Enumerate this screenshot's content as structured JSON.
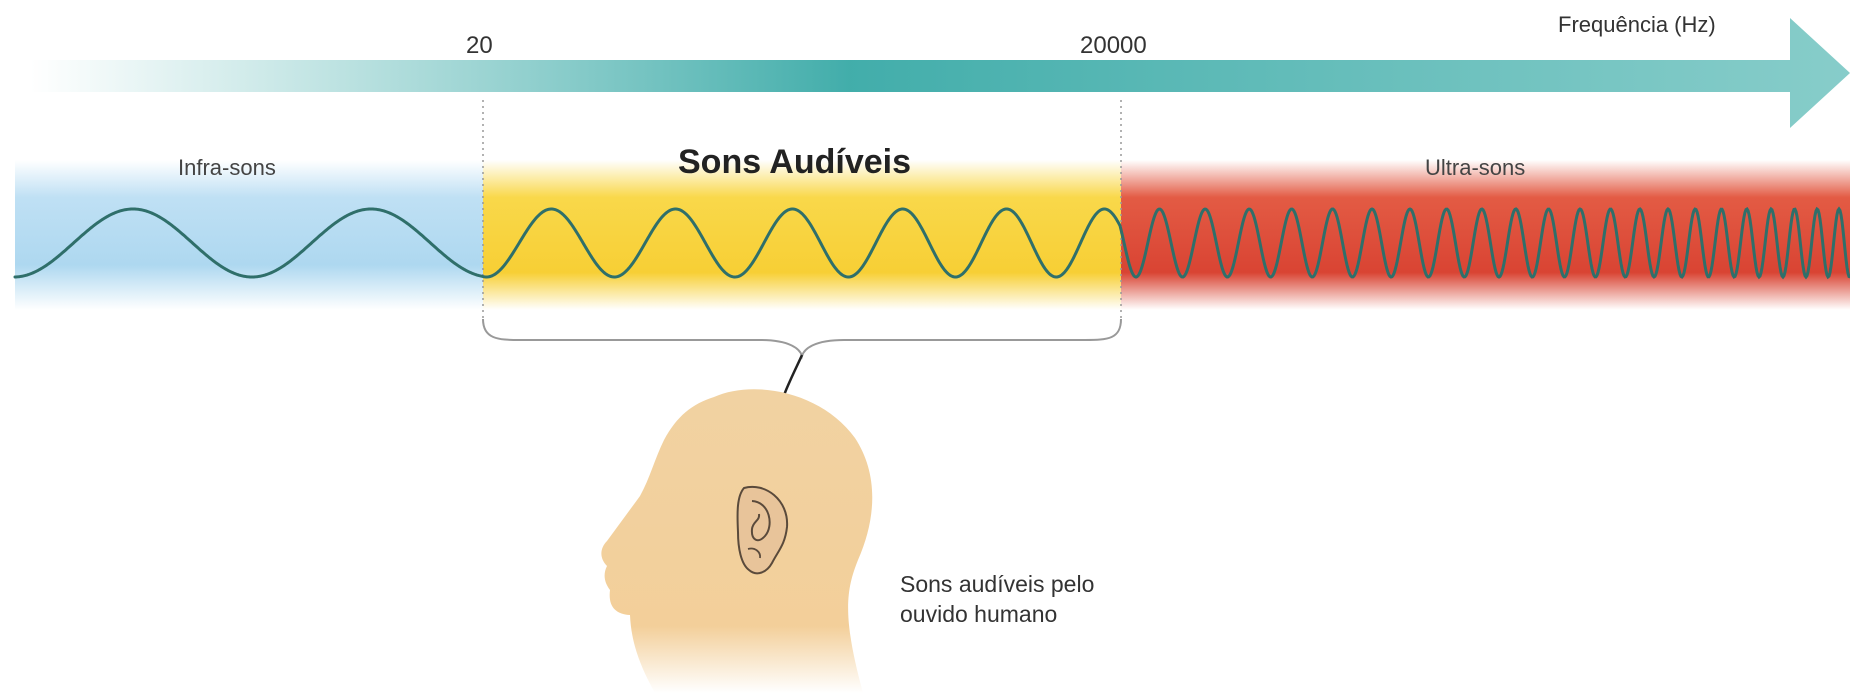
{
  "axis": {
    "label": "Frequência (Hz)",
    "ticks": [
      "20",
      "20000"
    ]
  },
  "regions": {
    "infra": {
      "label": "Infra-sons",
      "color": "#aed8f0"
    },
    "audible": {
      "label": "Sons Audíveis",
      "color": "#f7cf35"
    },
    "ultra": {
      "label": "Ultra-sons",
      "color": "#d94433"
    }
  },
  "caption": {
    "line1": "Sons audíveis pelo",
    "line2": "ouvido humano"
  },
  "colors": {
    "arrow": "#4fb3b0",
    "wave": "#2f6f6a",
    "head": "#f3cf9a",
    "guide": "#999999"
  },
  "icons": [
    "frequency-arrow",
    "head-icon",
    "ear-icon",
    "pointer-arrow"
  ]
}
